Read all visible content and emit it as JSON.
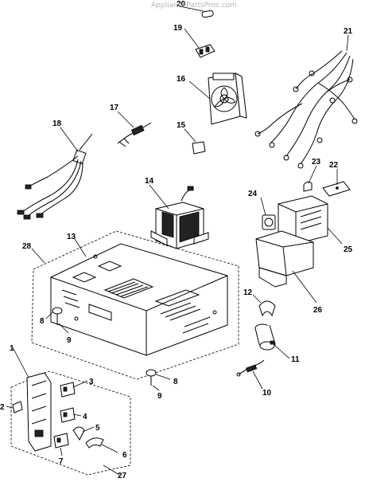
{
  "watermark": "AppliancePartsPros.com",
  "callouts": {
    "c1": "1",
    "c2": "2",
    "c3": "3",
    "c4": "4",
    "c5": "5",
    "c6": "6",
    "c7": "7",
    "c8a": "8",
    "c8b": "8",
    "c9a": "9",
    "c9b": "9",
    "c10": "10",
    "c11": "11",
    "c12": "12",
    "c13": "13",
    "c14": "14",
    "c15": "15",
    "c16": "16",
    "c17": "17",
    "c18": "18",
    "c19": "19",
    "c20": "20",
    "c21": "21",
    "c22": "22",
    "c23": "23",
    "c24": "24",
    "c25": "25",
    "c26": "26",
    "c27": "27",
    "c28": "28"
  }
}
